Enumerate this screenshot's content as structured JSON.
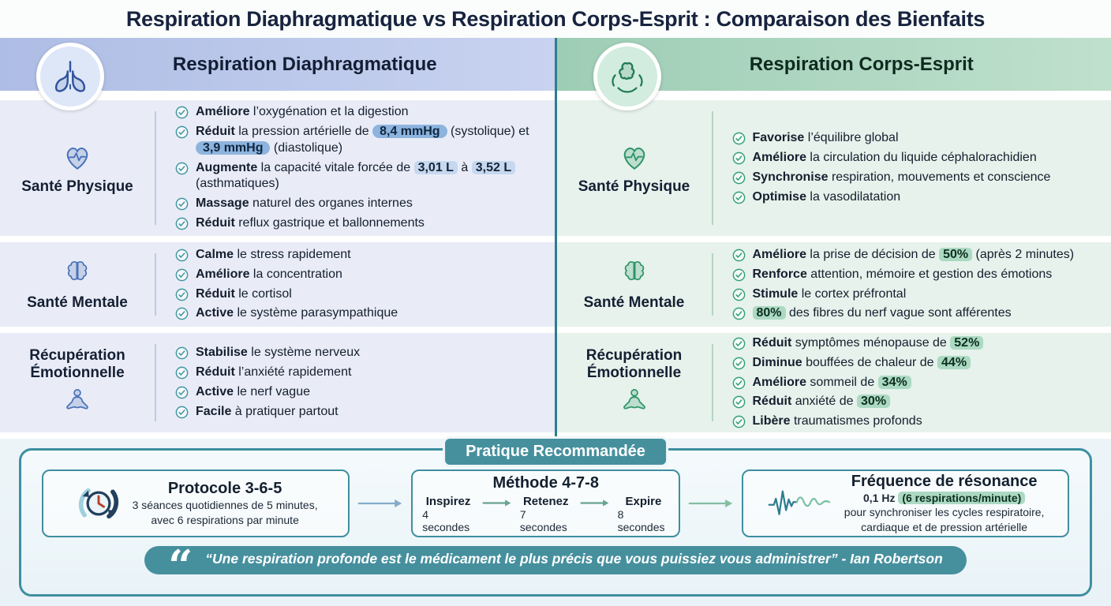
{
  "page": {
    "title": "Respiration Diaphragmatique vs Respiration Corps-Esprit : Comparaison des Bienfaits"
  },
  "colors": {
    "left_accent": "#31549c",
    "right_accent": "#2f9468",
    "teal": "#46909e",
    "left_row_bg": "#e9ecf7",
    "right_row_bg": "#e6f2eb"
  },
  "columns": [
    {
      "id": "diaphragmatique",
      "theme": "blue",
      "header": {
        "label": "Respiration Diaphragmatique",
        "icon": "lungs-icon"
      },
      "sections": [
        {
          "id": "sante-physique",
          "label": "Santé Physique",
          "icon": "heart-pulse-icon",
          "icon_pos": "above",
          "items": [
            [
              {
                "b": "Améliore"
              },
              {
                "t": " l’oxygénation et la digestion"
              }
            ],
            [
              {
                "b": "Réduit"
              },
              {
                "t": " la pression artérielle de "
              },
              {
                "badge": "8,4 mmHg"
              },
              {
                "t": " (systolique) et "
              },
              {
                "badge": "3,9 mmHg"
              },
              {
                "t": " (diastolique)"
              }
            ],
            [
              {
                "b": "Augmente"
              },
              {
                "t": " la capacité vitale forcée de "
              },
              {
                "hl": "3,01 L"
              },
              {
                "t": " à "
              },
              {
                "hl": "3,52 L"
              },
              {
                "t": " (asthmatiques)"
              }
            ],
            [
              {
                "b": "Massage"
              },
              {
                "t": " naturel des organes internes"
              }
            ],
            [
              {
                "b": "Réduit"
              },
              {
                "t": " reflux gastrique et ballonnements"
              }
            ]
          ]
        },
        {
          "id": "sante-mentale",
          "label": "Santé Mentale",
          "icon": "brain-icon",
          "icon_pos": "above",
          "items": [
            [
              {
                "b": "Calme"
              },
              {
                "t": " le stress rapidement"
              }
            ],
            [
              {
                "b": "Améliore"
              },
              {
                "t": " la concentration"
              }
            ],
            [
              {
                "b": "Réduit"
              },
              {
                "t": " le cortisol"
              }
            ],
            [
              {
                "b": "Active"
              },
              {
                "t": " le système parasympathique"
              }
            ]
          ]
        },
        {
          "id": "recuperation-emotionnelle",
          "label": "Récupération Émotionnelle",
          "icon": "meditation-icon",
          "icon_pos": "below",
          "items": [
            [
              {
                "b": "Stabilise"
              },
              {
                "t": " le système nerveux"
              }
            ],
            [
              {
                "b": "Réduit"
              },
              {
                "t": " l’anxiété rapidement"
              }
            ],
            [
              {
                "b": "Active"
              },
              {
                "t": " le nerf vague"
              }
            ],
            [
              {
                "b": "Facile"
              },
              {
                "t": " à pratiquer partout"
              }
            ]
          ]
        }
      ]
    },
    {
      "id": "corps-esprit",
      "theme": "green",
      "header": {
        "label": "Respiration Corps-Esprit",
        "icon": "mind-body-icon"
      },
      "sections": [
        {
          "id": "sante-physique",
          "label": "Santé Physique",
          "icon": "heart-pulse-icon",
          "icon_pos": "above",
          "items": [
            [
              {
                "b": "Favorise"
              },
              {
                "t": " l’équilibre global"
              }
            ],
            [
              {
                "b": "Améliore"
              },
              {
                "t": " la circulation du liquide céphalorachidien"
              }
            ],
            [
              {
                "b": "Synchronise"
              },
              {
                "t": " respiration, mouvements et conscience"
              }
            ],
            [
              {
                "b": "Optimise"
              },
              {
                "t": " la vasodilatation"
              }
            ]
          ]
        },
        {
          "id": "sante-mentale",
          "label": "Santé Mentale",
          "icon": "brain-icon",
          "icon_pos": "above",
          "items": [
            [
              {
                "b": "Améliore"
              },
              {
                "t": " la prise de décision de "
              },
              {
                "hl": "50%"
              },
              {
                "t": " (après 2 minutes)"
              }
            ],
            [
              {
                "b": "Renforce"
              },
              {
                "t": " attention, mémoire et gestion des émotions"
              }
            ],
            [
              {
                "b": "Stimule"
              },
              {
                "t": " le cortex préfrontal"
              }
            ],
            [
              {
                "hl": "80%"
              },
              {
                "t": " des fibres du nerf vague sont afférentes"
              }
            ]
          ]
        },
        {
          "id": "recuperation-emotionnelle",
          "label": "Récupération Émotionnelle",
          "icon": "meditation-icon",
          "icon_pos": "below",
          "items": [
            [
              {
                "b": "Réduit"
              },
              {
                "t": " symptômes ménopause de "
              },
              {
                "hl": "52%"
              }
            ],
            [
              {
                "b": "Diminue"
              },
              {
                "t": " bouffées de chaleur de "
              },
              {
                "hl": "44%"
              }
            ],
            [
              {
                "b": "Améliore"
              },
              {
                "t": " sommeil de "
              },
              {
                "hl": "34%"
              }
            ],
            [
              {
                "b": "Réduit"
              },
              {
                "t": " anxiété de "
              },
              {
                "hl": "30%"
              }
            ],
            [
              {
                "b": "Libère"
              },
              {
                "t": " traumatismes profonds"
              }
            ]
          ]
        }
      ]
    }
  ],
  "practice": {
    "badge": "Pratique Recommandée",
    "boxes": [
      {
        "icon": "clock-cycle-icon",
        "title": "Protocole 3-6-5",
        "lines": [
          "3 séances quotidiennes de 5 minutes,",
          "avec 6 respirations par minute"
        ]
      },
      {
        "title": "Méthode 4-7-8",
        "steps": [
          {
            "label": "Inspirez",
            "sub": "4 secondes"
          },
          {
            "label": "Retenez",
            "sub": "7 secondes"
          },
          {
            "label": "Expire",
            "sub": "8 secondes"
          }
        ]
      },
      {
        "icon": "resonance-wave-icon",
        "title": "Fréquence de résonance",
        "freq": "0,1 Hz",
        "freq_hl": "(6 respirations/minute)",
        "lines": [
          "pour synchroniser les cycles respiratoire,",
          "cardiaque et de pression artérielle"
        ]
      }
    ],
    "quote": {
      "mark": "“",
      "text": "“Une respiration profonde est le médicament le plus précis que vous puissiez vous administrer” - Ian Robertson"
    }
  }
}
